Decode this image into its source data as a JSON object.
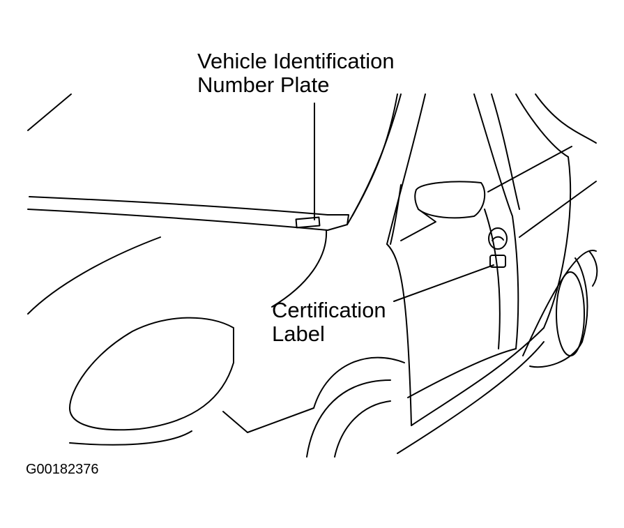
{
  "callouts": {
    "vin_plate": {
      "line1": "Vehicle Identification",
      "line2": "Number Plate"
    },
    "certification_label": {
      "line1": "Certification",
      "line2": "Label"
    }
  },
  "figure_id": "G00182376",
  "colors": {
    "ink": "#000000",
    "background": "#ffffff"
  }
}
